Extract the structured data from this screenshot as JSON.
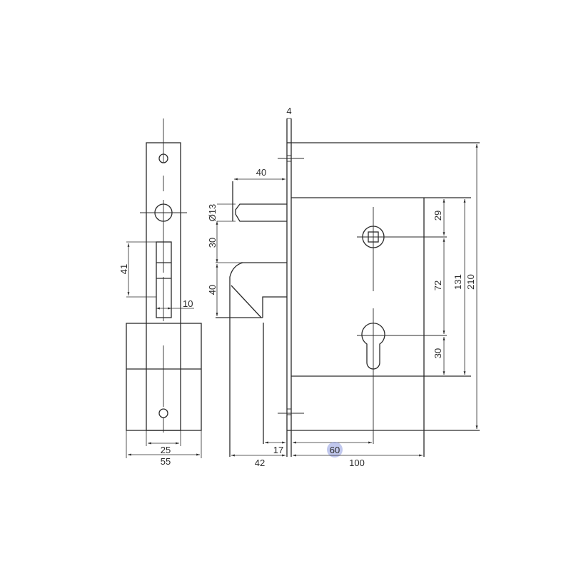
{
  "drawing": {
    "title": "Mortise lock technical drawing",
    "line_color": "#2a2a2a",
    "background": "#ffffff"
  },
  "front_view": {
    "dimensions": {
      "latch_height": "41",
      "latch_width": "10",
      "faceplate_width": "25",
      "total_width": "55"
    }
  },
  "side_view": {
    "dimensions": {
      "faceplate_thickness": "4",
      "latch_projection": "40",
      "bolt_diameter": "Ø13",
      "gap": "30",
      "hook_height": "40",
      "backset_17": "17",
      "backset_42": "42",
      "backset_60": "60",
      "case_depth": "100",
      "spindle_offset": "29",
      "center_distance": "72",
      "cylinder_offset": "30",
      "case_height": "131",
      "faceplate_height": "210"
    }
  }
}
